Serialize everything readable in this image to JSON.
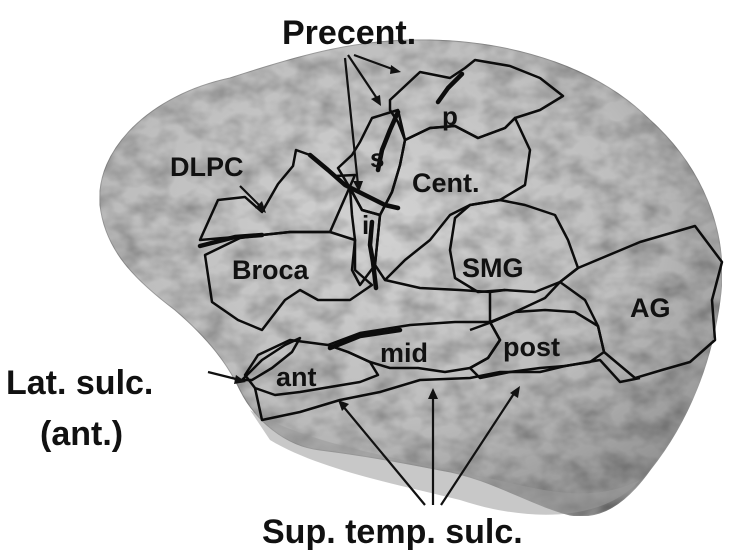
{
  "labels": {
    "precentral": "Precent.",
    "p": "p",
    "s": "s",
    "i": "i",
    "central": "Cent.",
    "dlpc": "DLPC",
    "broca": "Broca",
    "smg": "SMG",
    "ag": "AG",
    "mid": "mid",
    "ant": "ant",
    "post": "post",
    "lateral_sulcus_line1": "Lat. sulc.",
    "lateral_sulcus_line2": "(ant.)",
    "superior_temporal_sulcus": "Sup. temp. sulc."
  },
  "colors": {
    "background": "#ffffff",
    "brain_light": "#c4c4c4",
    "brain_dark": "#8e8e8e",
    "outline": "#0c0c0c",
    "text": "#111111"
  }
}
